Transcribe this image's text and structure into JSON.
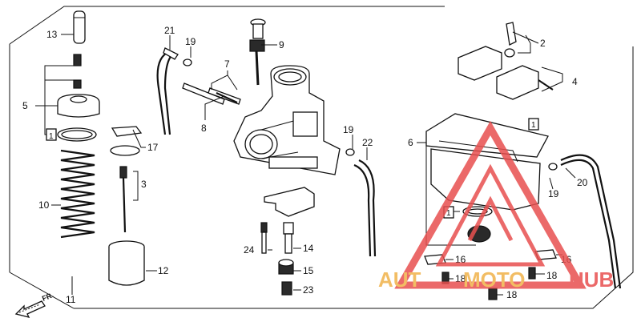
{
  "diagram": {
    "part_numbers": [
      "13",
      "5",
      "1",
      "10",
      "12",
      "11",
      "21",
      "19",
      "17",
      "3",
      "24",
      "14",
      "15",
      "23",
      "9",
      "7",
      "8",
      "19",
      "22",
      "6",
      "1",
      "1",
      "2",
      "4",
      "20",
      "16",
      "16",
      "18",
      "18",
      "18",
      "19"
    ],
    "direction_marker": "FR.",
    "watermark": {
      "brand_left": "AUT",
      "brand_mid": "MOTO",
      "brand_right": "HUB",
      "color_primary": "#e8504f",
      "color_gold": "#f0b24a"
    }
  }
}
